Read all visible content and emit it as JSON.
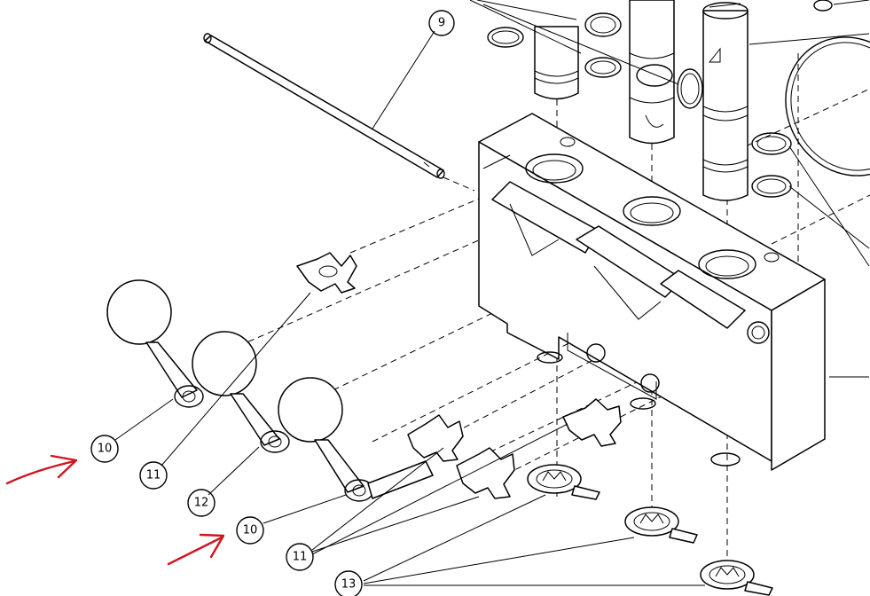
{
  "callouts": {
    "c9": "9",
    "c10a": "10",
    "c11a": "11",
    "c12": "12",
    "c10b": "10",
    "c11b": "11",
    "c13": "13"
  },
  "colors": {
    "line": "#000000",
    "annotation": "#d0141e",
    "background": "#ffffff"
  }
}
